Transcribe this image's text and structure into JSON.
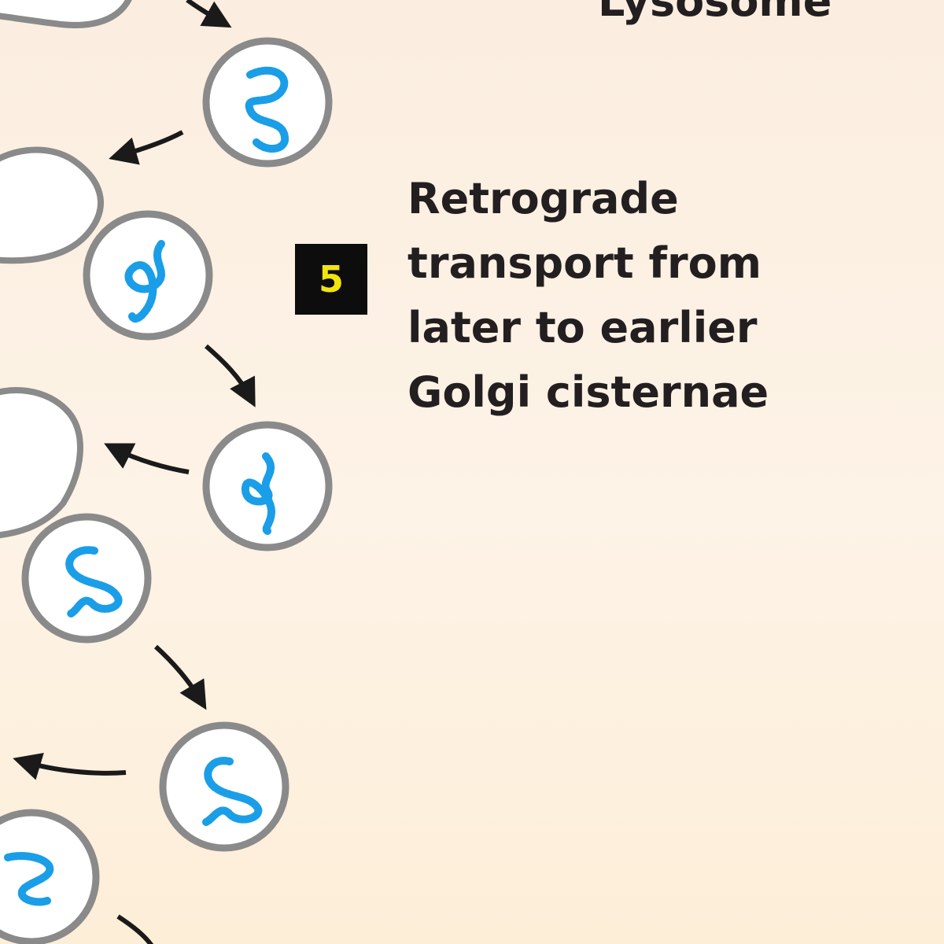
{
  "labels": {
    "lysosome": "Lysosome",
    "step_number": "5",
    "step_lines": [
      "Retrograde",
      "transport from",
      "later to earlier",
      "Golgi cisternae"
    ]
  },
  "colors": {
    "vesicle_outline": "#8a8a8a",
    "vesicle_fill": "#ffffff",
    "cargo": "#1a9ee8",
    "arrow": "#1a1a1a",
    "badge_bg": "#0d0d0d",
    "badge_text": "#f2e40f",
    "text": "#231f20"
  }
}
